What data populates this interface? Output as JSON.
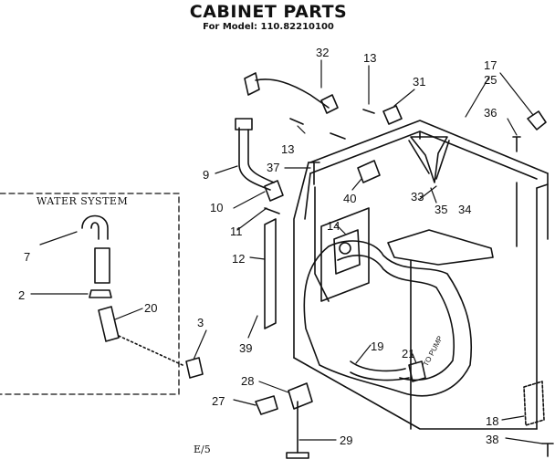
{
  "title": "CABINET PARTS",
  "subtitle": "For Model: 110.82210100",
  "inset_label": "WATER SYSTEM",
  "footnote": "E/5",
  "callouts": {
    "c32": "32",
    "c13a": "13",
    "c31": "31",
    "c17": "17",
    "c25": "25",
    "c36": "36",
    "c9": "9",
    "c13b": "13",
    "c37": "37",
    "c40": "40",
    "c33": "33",
    "c35": "35",
    "c34": "34",
    "c10": "10",
    "c11": "11",
    "c14": "14",
    "c12": "12",
    "c7": "7",
    "c2": "2",
    "c20": "20",
    "c3": "3",
    "c39": "39",
    "c19": "19",
    "c21": "21",
    "c28": "28",
    "c27": "27",
    "c29": "29",
    "c18": "18",
    "c38": "38"
  },
  "pump_note": "TO PUMP"
}
